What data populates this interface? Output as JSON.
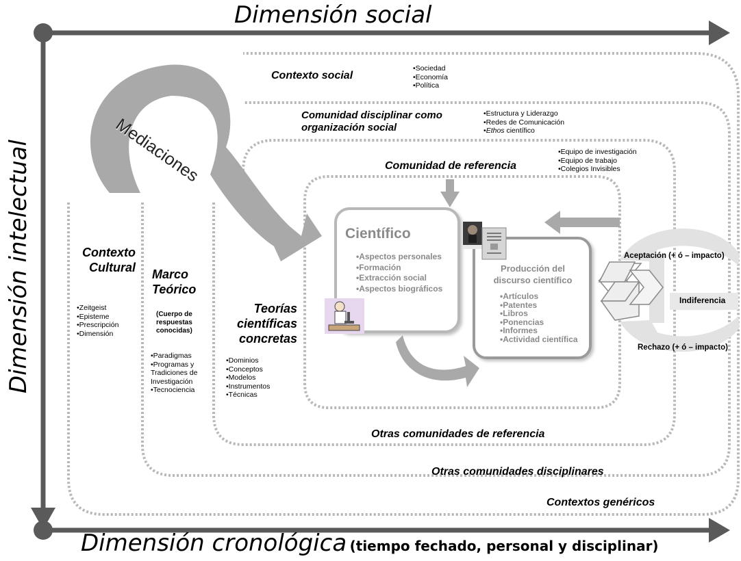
{
  "axes": {
    "social": "Dimensión social",
    "intellectual": "Dimensión intelectual",
    "chrono": "Dimensión cronológica",
    "chrono_sub": "(tiempo fechado, personal y disciplinar)"
  },
  "mediaciones": "Mediaciones",
  "contexto_social": {
    "label": "Contexto social",
    "items": [
      "•Sociedad",
      "•Economía",
      "•Política"
    ]
  },
  "comunidad_disciplinar": {
    "label_line1": "Comunidad disciplinar como",
    "label_line2": "organización social",
    "items": [
      "•Estructura y Liderazgo",
      "•Redes de Comunicación"
    ],
    "item3_prefix": "•",
    "item3_italic": "Ethos",
    "item3_rest": " científico"
  },
  "comunidad_referencia": {
    "label": "Comunidad de referencia",
    "items": [
      "•Equipo de investigación",
      "•Equipo de trabajo",
      "•Colegios Invisibles"
    ]
  },
  "contexto_cultural": {
    "label_line1": "Contexto",
    "label_line2": "Cultural",
    "items": [
      "•Zeitgeist",
      "•Episteme",
      "•Prescripción",
      "•Dimensión"
    ]
  },
  "marco_teorico": {
    "label_line1": "Marco",
    "label_line2": "Teórico",
    "note_line1": "(Cuerpo de",
    "note_line2": "respuestas",
    "note_line3": "conocidas)",
    "items": [
      "•Paradigmas",
      "•Programas y",
      "Tradiciones de",
      "Investigación",
      "•Tecnociencia"
    ]
  },
  "teorias": {
    "label_line1": "Teorías",
    "label_line2": "científicas",
    "label_line3": "concretas",
    "items": [
      "•Dominios",
      "•Conceptos",
      "•Modelos",
      "•Instrumentos",
      "•Técnicas"
    ]
  },
  "cientifico": {
    "title": "Científico",
    "items": [
      "•Aspectos personales",
      "•Formación",
      "•Extracción social",
      "•Aspectos biográficos"
    ]
  },
  "produccion": {
    "title_line1": "Producción del",
    "title_line2": "discurso científico",
    "items": [
      "•Artículos",
      "•Patentes",
      "•Libros",
      "•Ponencias",
      "•Informes",
      "•Actividad científica"
    ]
  },
  "outcomes": {
    "aceptacion": "Aceptación (+ ó – impacto)",
    "indiferencia": "Indiferencia",
    "rechazo": "Rechazo (+ ó – impacto)"
  },
  "outer_labels": {
    "otras_referencia": "Otras comunidades de referencia",
    "otras_disciplinares": "Otras comunidades disciplinares",
    "contextos_genericos": "Contextos genéricos"
  },
  "colors": {
    "axis": "#5a5a5a",
    "dotted": "#b8b8b8",
    "arrow_grey": "#a9a9a9",
    "box_border": "#b8b8b8"
  }
}
